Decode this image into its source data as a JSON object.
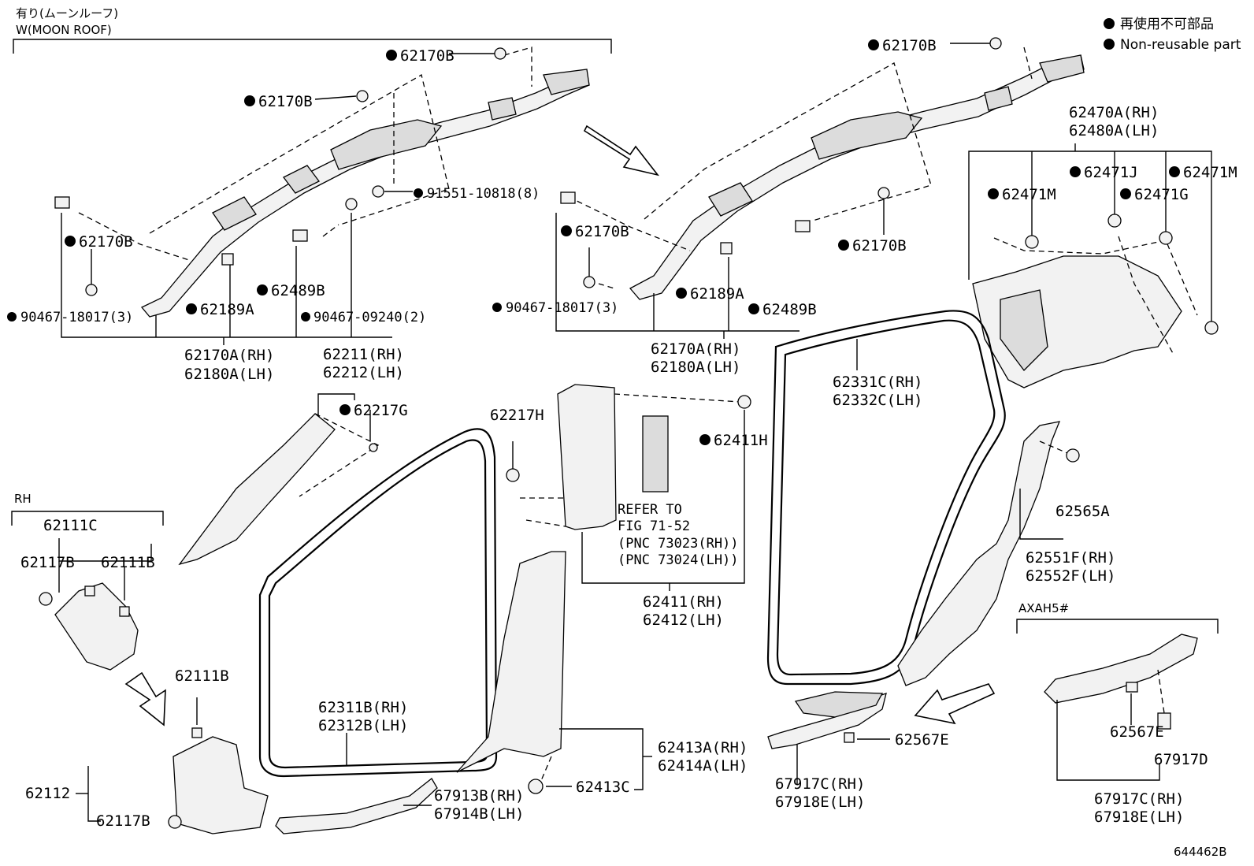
{
  "header": {
    "moonroof_jp": "有り(ムーンルーフ)",
    "moonroof_en": "W(MOON ROOF)",
    "rh": "RH",
    "axah": "AXAH5#"
  },
  "legend": {
    "nonreusable_jp": "再使用不可部品",
    "nonreusable_en": "Non-reusable part"
  },
  "labels": {
    "l01": "62170B",
    "l02": "62170B",
    "l03": "91551-10818(8)",
    "l04": "62170B",
    "l05": "62489B",
    "l06": "90467-18017(3)",
    "l07": "62189A",
    "l08": "90467-09240(2)",
    "l09": "62170A(RH)",
    "l10": "62180A(LH)",
    "l11": "62170B",
    "l12": "62170B",
    "l13": "62170B",
    "l14": "62189A",
    "l15": "62489B",
    "l16": "90467-18017(3)",
    "l17": "62170A(RH)",
    "l18": "62180A(LH)",
    "l19": "62470A(RH)",
    "l20": "62480A(LH)",
    "l21": "62471J",
    "l22": "62471M",
    "l23": "62471M",
    "l24": "62471G",
    "l25": "62211(RH)",
    "l26": "62212(LH)",
    "l27": "62217G",
    "l28": "62217H",
    "l29": "62411H",
    "l30": "REFER TO",
    "l31": "FIG 71-52",
    "l32": "(PNC 73023(RH))",
    "l33": "(PNC 73024(LH))",
    "l34": "62411(RH)",
    "l35": "62412(LH)",
    "l36": "62331C(RH)",
    "l37": "62332C(LH)",
    "l38": "62565A",
    "l39": "62551F(RH)",
    "l40": "62552F(LH)",
    "l41": "62111C",
    "l42": "62117B",
    "l43": "62111B",
    "l44": "62111B",
    "l45": "62112",
    "l46": "62117B",
    "l47": "62311B(RH)",
    "l48": "62312B(LH)",
    "l49": "62413A(RH)",
    "l50": "62414A(LH)",
    "l51": "62413C",
    "l52": "67913B(RH)",
    "l53": "67914B(LH)",
    "l54": "62567E",
    "l55": "67917C(RH)",
    "l56": "67918E(LH)",
    "l57": "62567E",
    "l58": "67917D",
    "l59": "67917C(RH)",
    "l60": "67918E(LH)"
  },
  "footer": {
    "diagram_code": "644462B"
  }
}
